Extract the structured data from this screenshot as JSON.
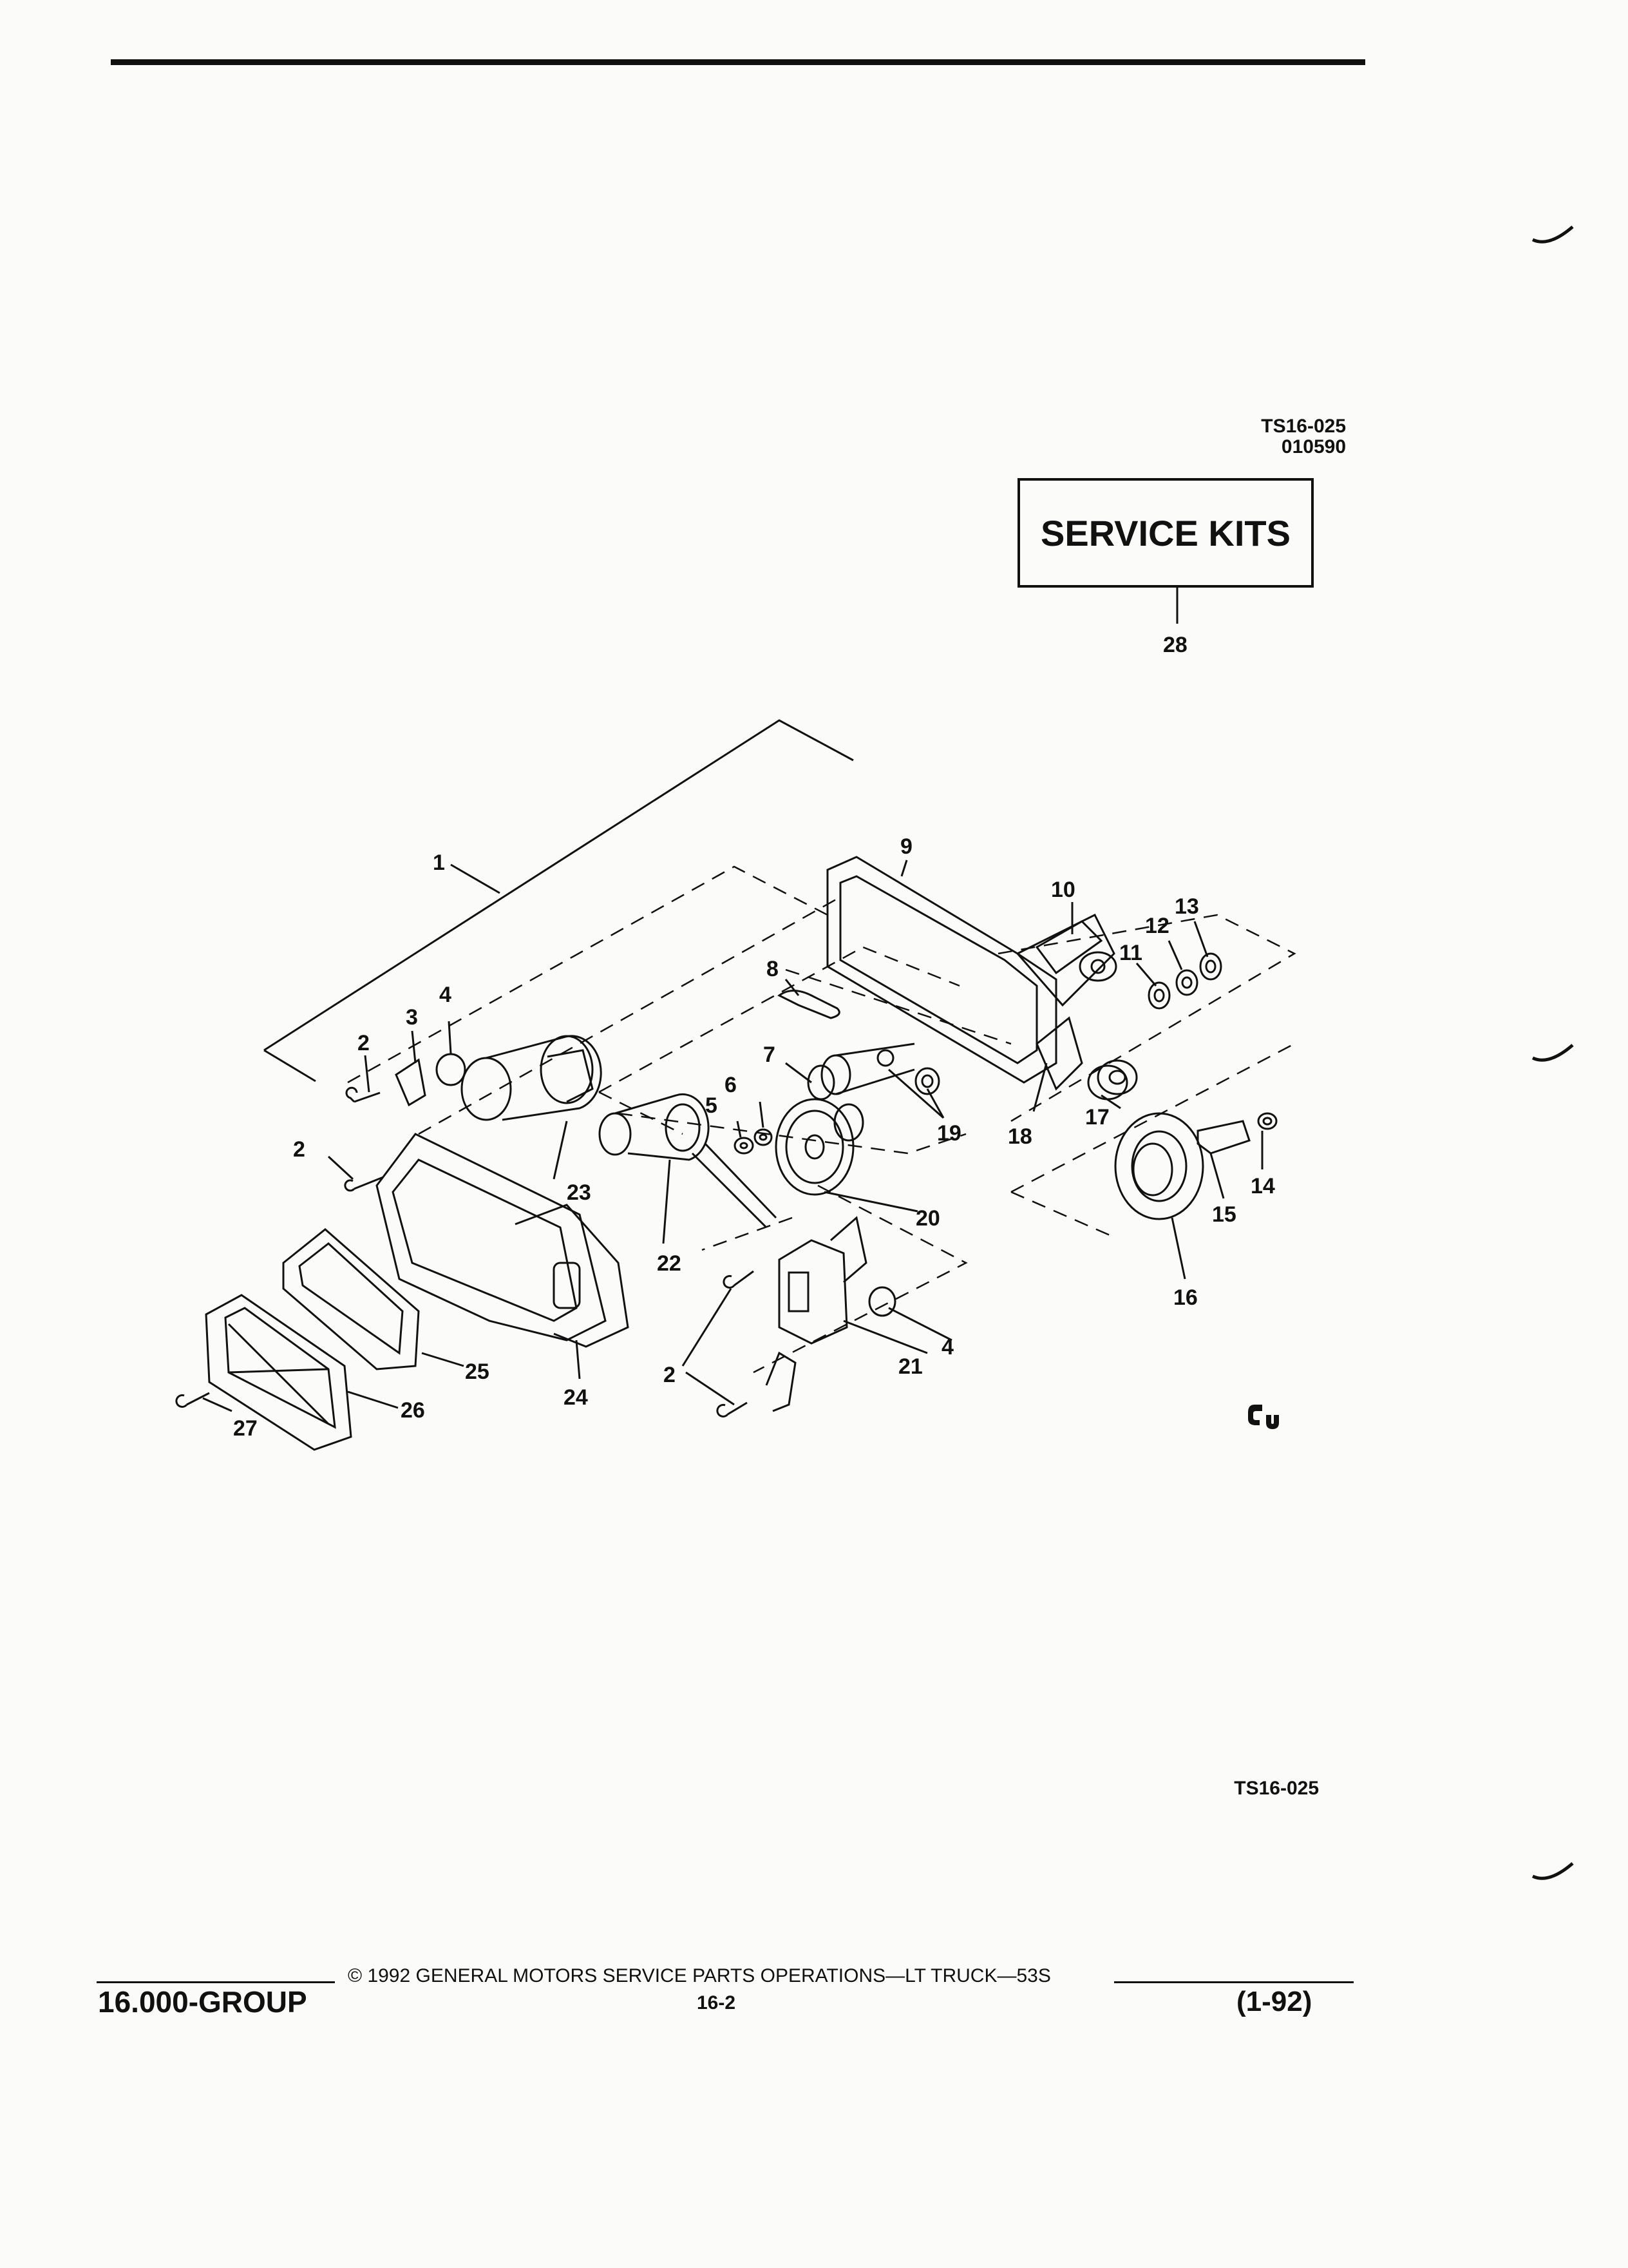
{
  "header": {
    "figure_code": "TS16-025",
    "figure_date": "010590"
  },
  "service_kit": {
    "label": "SERVICE KITS",
    "callout": "28"
  },
  "callouts": [
    {
      "id": "c1",
      "text": "1"
    },
    {
      "id": "c2a",
      "text": "2"
    },
    {
      "id": "c2b",
      "text": "2"
    },
    {
      "id": "c2c",
      "text": "2"
    },
    {
      "id": "c2d",
      "text": "2"
    },
    {
      "id": "c3",
      "text": "3"
    },
    {
      "id": "c4a",
      "text": "4"
    },
    {
      "id": "c4b",
      "text": "4"
    },
    {
      "id": "c5",
      "text": "5"
    },
    {
      "id": "c6",
      "text": "6"
    },
    {
      "id": "c7",
      "text": "7"
    },
    {
      "id": "c8",
      "text": "8"
    },
    {
      "id": "c9",
      "text": "9"
    },
    {
      "id": "c10",
      "text": "10"
    },
    {
      "id": "c11",
      "text": "11"
    },
    {
      "id": "c12",
      "text": "12"
    },
    {
      "id": "c13",
      "text": "13"
    },
    {
      "id": "c14",
      "text": "14"
    },
    {
      "id": "c15",
      "text": "15"
    },
    {
      "id": "c16",
      "text": "16"
    },
    {
      "id": "c17",
      "text": "17"
    },
    {
      "id": "c18",
      "text": "18"
    },
    {
      "id": "c19",
      "text": "19"
    },
    {
      "id": "c20",
      "text": "20"
    },
    {
      "id": "c21",
      "text": "21"
    },
    {
      "id": "c22",
      "text": "22"
    },
    {
      "id": "c23",
      "text": "23"
    },
    {
      "id": "c24",
      "text": "24"
    },
    {
      "id": "c25",
      "text": "25"
    },
    {
      "id": "c26",
      "text": "26"
    },
    {
      "id": "c27",
      "text": "27"
    }
  ],
  "figure_footer_code": "TS16-025",
  "footer": {
    "copyright": "©  1992  GENERAL MOTORS SERVICE PARTS OPERATIONS—LT TRUCK—53S",
    "group": "16.000-GROUP",
    "page": "16-2",
    "revision": "(1-92)"
  }
}
